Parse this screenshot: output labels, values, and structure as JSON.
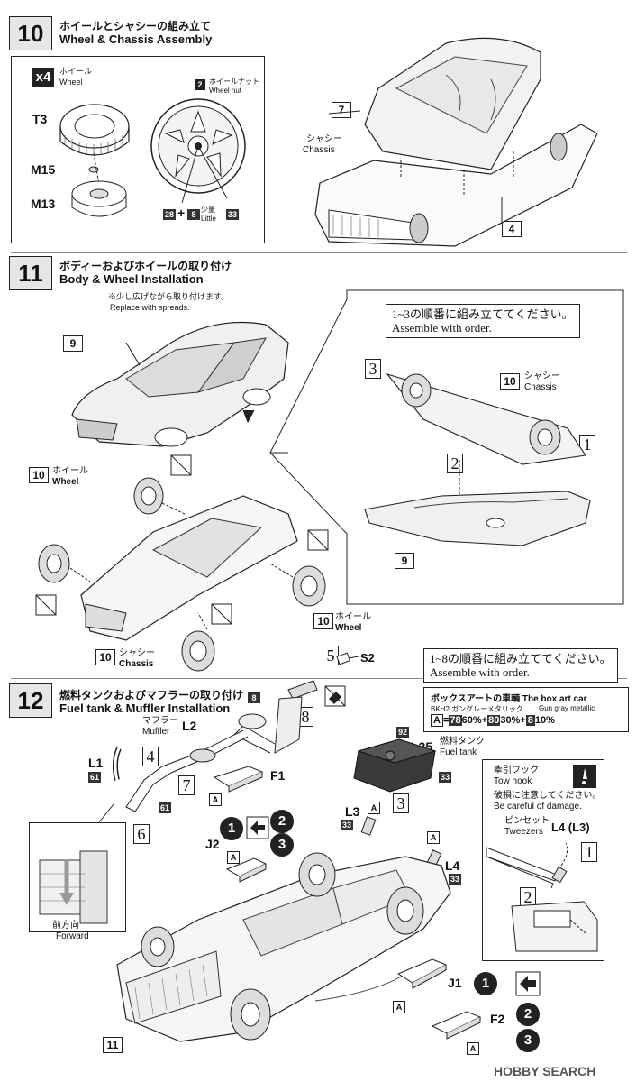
{
  "step10": {
    "num": "10",
    "title_jp": "ホイールとシャシーの組み立て",
    "title_en": "Wheel & Chassis Assembly",
    "x4": "x4",
    "wheel_jp": "ホイール",
    "wheel_en": "Wheel",
    "t3": "T3",
    "m15": "M15",
    "m13": "M13",
    "nut_num": "2",
    "nut_jp": "ホイールナット",
    "nut_en": "Wheel nut",
    "paint_a": "28",
    "plus": "+",
    "paint_b": "8",
    "little_jp": "少量",
    "little_en": "Little",
    "paint_c": "33",
    "chassis_jp": "シャシー",
    "chassis_en": "Chassis",
    "part7": "7",
    "part4": "4"
  },
  "step11": {
    "num": "11",
    "title_jp": "ボディーおよびホイールの取り付け",
    "title_en": "Body & Wheel Installation",
    "spread_jp": "※少し広げながら取り付けます。",
    "spread_en": "Replace with spreads.",
    "part9": "9",
    "part10": "10",
    "wheel_jp": "ホイール",
    "wheel_en": "Wheel",
    "chassis_jp": "シャシー",
    "chassis_en": "Chassis",
    "order_jp": "1~3の順番に組み立ててください。",
    "order_en": "Assemble with order.",
    "o1": "1",
    "o2": "2",
    "o3": "3"
  },
  "step12": {
    "num": "12",
    "title_jp": "燃料タンクおよびマフラーの取り付け",
    "title_en": "Fuel tank & Muffler Installation",
    "order_jp": "1~8の順番に組み立ててください。",
    "order_en": "Assemble with order.",
    "s2": "S2",
    "o4": "4",
    "o5": "5",
    "o6": "6",
    "o7": "7",
    "o8": "8",
    "sq8": "8",
    "muffler_jp": "マフラー",
    "muffler_en": "Muffler",
    "l2": "L2",
    "l1": "L1",
    "p61a": "61",
    "p61b": "61",
    "f1": "F1",
    "a": "A",
    "j2": "J2",
    "f2": "F2",
    "j1": "J1",
    "l3": "L3",
    "p33a": "33",
    "p33b": "33",
    "p33c": "33",
    "l4": "L4",
    "l25": "L25",
    "fuel_jp": "燃料タンク",
    "fuel_en": "Fuel tank",
    "p92": "92",
    "forward_jp": "前方向",
    "forward_en": "Forward",
    "part11": "11",
    "boxart_title": "ボックスアートの車輌 The box art car",
    "boxart_sub_jp": "BKH2 ガングレーメタリック",
    "boxart_sub_en": "Gun gray metallic",
    "boxart_formula_a": "A",
    "boxart_formula_eq": "=",
    "boxart_formula_78": "78",
    "boxart_formula_60": "60%+",
    "boxart_formula_80": "80",
    "boxart_formula_30": "30%+",
    "boxart_formula_8": "8",
    "boxart_formula_10": "10%",
    "tow_jp": "牽引フック",
    "tow_en": "Tow hook",
    "careful_jp": "破損に注意してください。",
    "careful_en": "Be careful of damage.",
    "tweezers_jp": "ピンセット",
    "tweezers_en": "Tweezers",
    "l4l3": "L4 (L3)",
    "c1": "1",
    "c2": "2",
    "c3": "3"
  },
  "watermark": "HOBBY SEARCH"
}
